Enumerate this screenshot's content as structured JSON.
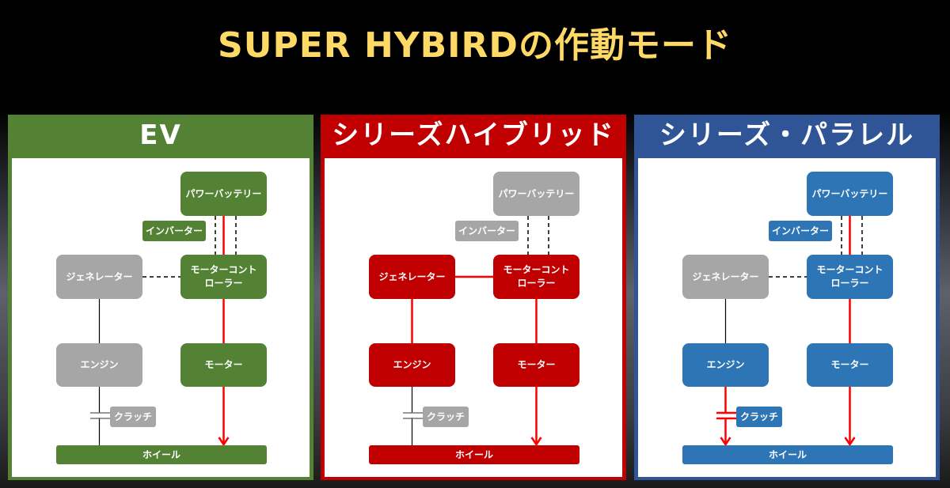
{
  "title": "SUPER HYBIRDの作動モード",
  "labels": {
    "battery": "パワーバッテリー",
    "inverter": "インバーター",
    "controller": "モーターコント\nローラー",
    "generator": "ジェネレーター",
    "engine": "エンジン",
    "motor": "モーター",
    "clutch": "クラッチ",
    "wheel": "ホイール"
  },
  "colors": {
    "grey": "#a6a6a6",
    "flow": "#ff0000"
  },
  "panels": [
    {
      "id": "ev",
      "name": "EV",
      "header_color": "#548235",
      "frame_color": "#548235",
      "box_color": "#548235",
      "active": {
        "battery": true,
        "inverter": true,
        "controller": true,
        "generator": false,
        "engine": false,
        "motor": true,
        "clutch": false,
        "wheel": true
      },
      "flow": {
        "battery_controller": true,
        "generator_controller": false,
        "generator_engine": false,
        "controller_motor": true,
        "motor_wheel": true,
        "engine_wheel": false
      }
    },
    {
      "id": "series",
      "name": "シリーズハイブリッド",
      "header_color": "#c00000",
      "frame_color": "#c00000",
      "box_color": "#c00000",
      "active": {
        "battery": false,
        "inverter": false,
        "controller": true,
        "generator": true,
        "engine": true,
        "motor": true,
        "clutch": false,
        "wheel": true
      },
      "flow": {
        "battery_controller": false,
        "generator_controller": true,
        "generator_engine": true,
        "controller_motor": true,
        "motor_wheel": true,
        "engine_wheel": false
      }
    },
    {
      "id": "series-parallel",
      "name": "シリーズ・パラレル",
      "header_color": "#2f5597",
      "frame_color": "#2f5597",
      "box_color": "#2e75b6",
      "active": {
        "battery": true,
        "inverter": true,
        "controller": true,
        "generator": false,
        "engine": true,
        "motor": true,
        "clutch": true,
        "wheel": true
      },
      "flow": {
        "battery_controller": true,
        "generator_controller": false,
        "generator_engine": false,
        "controller_motor": true,
        "motor_wheel": true,
        "engine_wheel": true
      }
    }
  ]
}
